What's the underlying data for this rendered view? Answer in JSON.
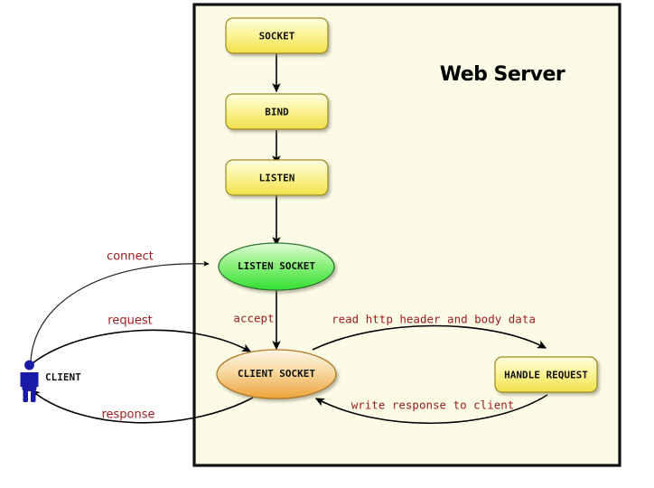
{
  "panel": {
    "title": "Web Server",
    "fill": "#fbfbe6",
    "border": "#111111"
  },
  "colors": {
    "process_fill_top": "#fdfdd8",
    "process_fill_bottom": "#f2e14a",
    "process_stroke": "#9b8b20",
    "listen_socket_top": "#d8f8cf",
    "listen_socket_bottom": "#3fe03f",
    "listen_socket_stroke": "#2f7a2f",
    "client_socket_top": "#fdf4e2",
    "client_socket_bottom": "#efa63c",
    "client_socket_stroke": "#b07828",
    "edge_label": "#9c1c1c",
    "edge_line": "#000000",
    "client_figure": "#1a1aa8",
    "background": "#ffffff"
  },
  "nodes": [
    {
      "id": "socket",
      "label": "SOCKET",
      "shape": "rounded-rect",
      "style": "process"
    },
    {
      "id": "bind",
      "label": "BIND",
      "shape": "rounded-rect",
      "style": "process"
    },
    {
      "id": "listen",
      "label": "LISTEN",
      "shape": "rounded-rect",
      "style": "process"
    },
    {
      "id": "listen-socket",
      "label": "LISTEN SOCKET",
      "shape": "ellipse",
      "style": "listen-socket"
    },
    {
      "id": "client-socket",
      "label": "CLIENT SOCKET",
      "shape": "ellipse",
      "style": "client-socket"
    },
    {
      "id": "handle-request",
      "label": "HANDLE REQUEST",
      "shape": "rounded-rect",
      "style": "process"
    }
  ],
  "actor": {
    "id": "client",
    "label": "CLIENT",
    "icon": "person-icon"
  },
  "edges": [
    {
      "id": "socket-to-bind",
      "from": "socket",
      "to": "bind",
      "label": ""
    },
    {
      "id": "bind-to-listen",
      "from": "bind",
      "to": "listen",
      "label": ""
    },
    {
      "id": "listen-to-listen-socket",
      "from": "listen",
      "to": "listen-socket",
      "label": ""
    },
    {
      "id": "accept",
      "from": "listen-socket",
      "to": "client-socket",
      "label": "accept"
    },
    {
      "id": "connect",
      "from": "client",
      "to": "listen-socket",
      "label": "connect"
    },
    {
      "id": "request",
      "from": "client",
      "to": "client-socket",
      "label": "request"
    },
    {
      "id": "response",
      "from": "client-socket",
      "to": "client",
      "label": "response"
    },
    {
      "id": "read-request",
      "from": "client-socket",
      "to": "handle-request",
      "label": "read http header and body data"
    },
    {
      "id": "write-response",
      "from": "handle-request",
      "to": "client-socket",
      "label": "write response to client"
    }
  ]
}
